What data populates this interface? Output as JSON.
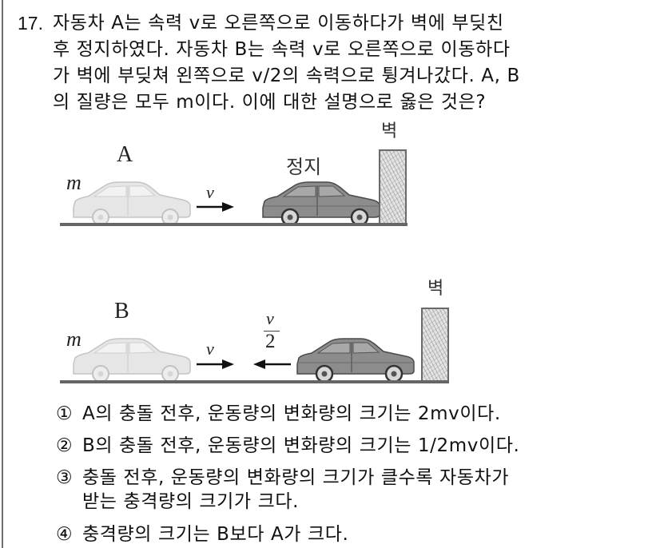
{
  "question": {
    "number": "17.",
    "lines": [
      "자동차 A는 속력 v로 오른쪽으로 이동하다가 벽에 부딪친",
      "후 정지하였다. 자동차 B는 속력 v로 오른쪽으로 이동하다",
      "가 벽에 부딪쳐 왼쪽으로 v/2의 속력으로 튕겨나갔다. A, B",
      "의 질량은 모두 m이다. 이에 대한 설명으로 옳은 것은?"
    ]
  },
  "diagram_a": {
    "car_label": "A",
    "mass_label": "m",
    "velocity_label": "v",
    "stopped_label": "정지",
    "wall_label": "벽"
  },
  "diagram_b": {
    "car_label": "B",
    "mass_label": "m",
    "velocity_label": "v",
    "rebound_numerator": "v",
    "rebound_denominator": "2",
    "wall_label": "벽"
  },
  "options": [
    {
      "marker": "①",
      "lines": [
        "A의 충돌 전후, 운동량의 변화량의 크기는 2mv이다."
      ]
    },
    {
      "marker": "②",
      "lines": [
        "B의 충돌 전후, 운동량의 변화량의 크기는 1/2mv이다."
      ]
    },
    {
      "marker": "③",
      "lines": [
        "충돌 전후, 운동량의 변화량의 크기가 클수록 자동차가",
        "받는 충격량의 크기가 크다."
      ]
    },
    {
      "marker": "④",
      "lines": [
        "충격량의 크기는 B보다 A가 크다."
      ]
    }
  ],
  "colors": {
    "text": "#111111",
    "light_car": "#e2e2e2",
    "dark_car": "#8a8a8a",
    "ground": "#666666",
    "border": "#6e6e6e"
  }
}
